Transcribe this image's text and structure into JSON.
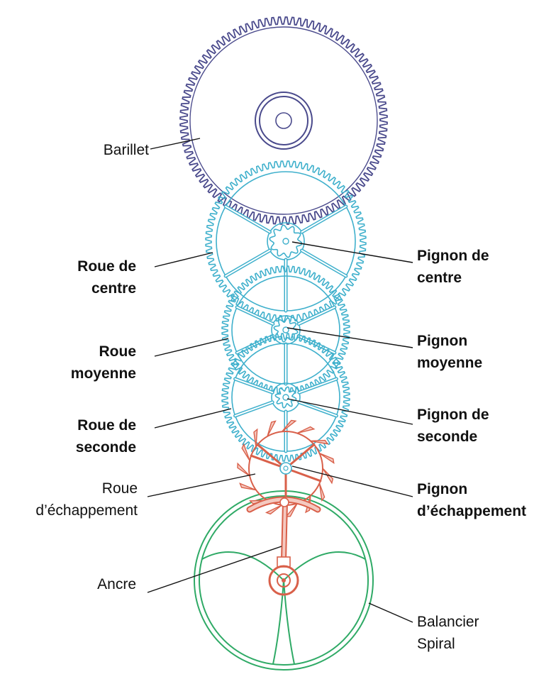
{
  "colors": {
    "barillet": "#4a4a8c",
    "train": "#3fb0cc",
    "escapement": "#d9604a",
    "balance": "#2faa66",
    "leader": "#111111"
  },
  "labels": {
    "barillet": "Barillet",
    "roue_de_centre": [
      "Roue de",
      "centre"
    ],
    "pignon_de_centre": [
      "Pignon de",
      "centre"
    ],
    "roue_moyenne": [
      "Roue",
      "moyenne"
    ],
    "pignon_moyenne": [
      "Pignon",
      "moyenne"
    ],
    "roue_de_seconde": [
      "Roue de",
      "seconde"
    ],
    "pignon_de_seconde": [
      "Pignon de",
      "seconde"
    ],
    "roue_echappement": [
      "Roue",
      "d’échappement"
    ],
    "pignon_echappement": [
      "Pignon",
      "d’échappement"
    ],
    "ancre": "Ancre",
    "balancier_spiral": [
      "Balancier",
      "Spiral"
    ]
  }
}
